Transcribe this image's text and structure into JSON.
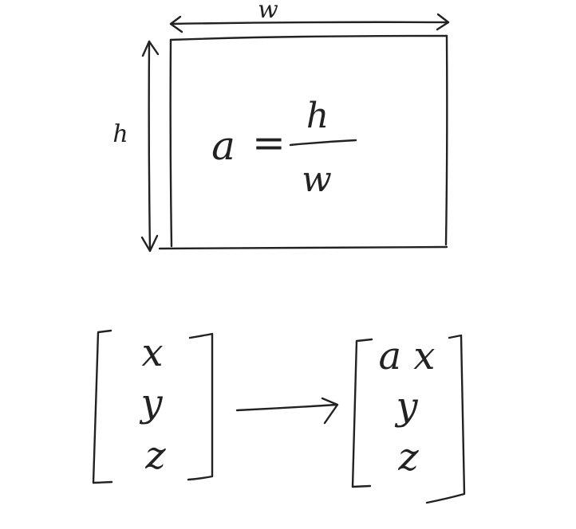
{
  "diagram": {
    "rectangle": {
      "width_label": "w",
      "height_label": "h",
      "equation": {
        "lhs": "a",
        "operator": "=",
        "numerator": "h",
        "denominator": "w"
      }
    },
    "transform": {
      "input_vector": [
        "x",
        "y",
        "z"
      ],
      "output_vector": [
        "a x",
        "y",
        "z"
      ]
    }
  },
  "colors": {
    "ink": "#222222",
    "background": "#ffffff"
  }
}
